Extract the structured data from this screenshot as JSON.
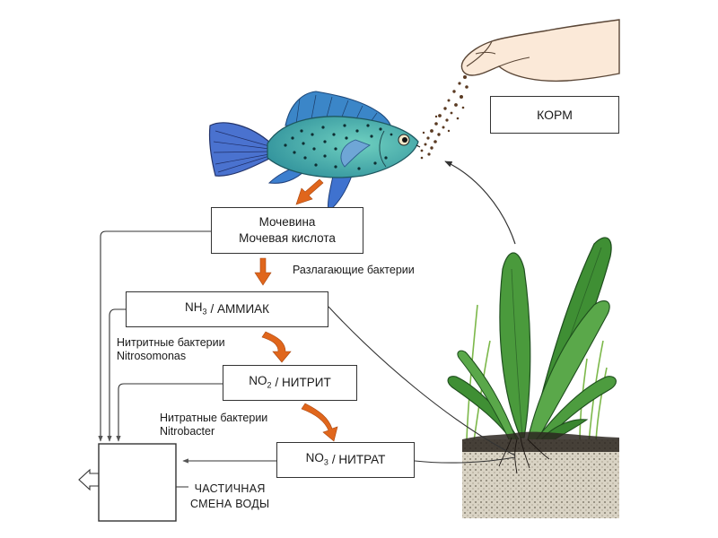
{
  "feed_box": {
    "label": "КОРМ"
  },
  "urea_box": {
    "line1": "Мочевина",
    "line2": "Мочевая кислота"
  },
  "decomposing_bacteria": "Разлагающие бактерии",
  "ammonia_box": {
    "formula": "NH",
    "subscript": "3",
    "name": "/ АММИАК"
  },
  "nitrite_bacteria": {
    "line1": "Нитритные бактерии",
    "line2": "Nitrosomonas"
  },
  "nitrite_box": {
    "formula": "NO",
    "subscript": "2",
    "name": "/ НИТРИТ"
  },
  "nitrate_bacteria": {
    "line1": "Нитратные бактерии",
    "line2": "Nitrobacter"
  },
  "nitrate_box": {
    "formula": "NO",
    "subscript": "3",
    "name": "/ НИТРАТ"
  },
  "water_change": {
    "line1": "ЧАСТИЧНАЯ",
    "line2": "СМЕНА ВОДЫ"
  },
  "colors": {
    "process_arrow": "#e0661c",
    "fish_body": "#3aa6a0",
    "fish_fin": "#4466c8",
    "leaf": "#3f9a3c",
    "soil": "#d9d3c4",
    "line": "#333333"
  }
}
